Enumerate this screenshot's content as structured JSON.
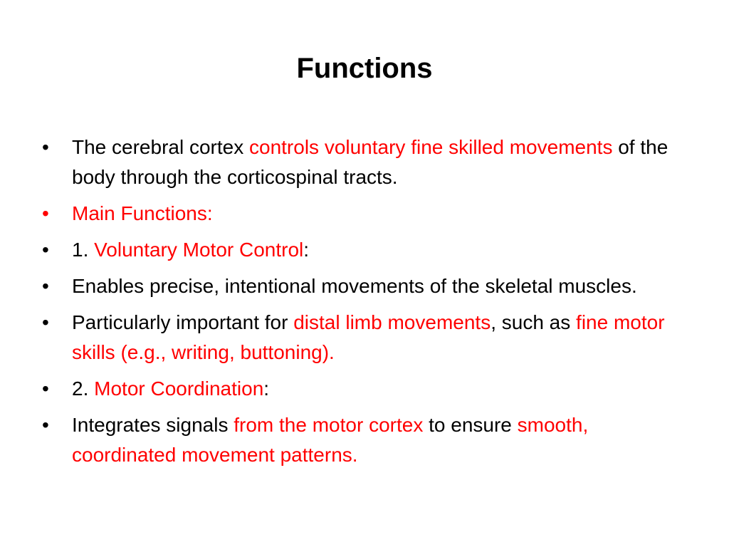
{
  "slide": {
    "title": "Functions",
    "bullet_glyph": "•",
    "accent_color": "#ff0000",
    "bullets": [
      {
        "dot_red": false,
        "segments": [
          {
            "text": "The cerebral cortex ",
            "red": false
          },
          {
            "text": "controls voluntary fine skilled movements",
            "red": true
          },
          {
            "text": " of the body through the corticospinal tracts.",
            "red": false
          }
        ]
      },
      {
        "dot_red": true,
        "segments": [
          {
            "text": "Main Functions:",
            "red": true
          }
        ]
      },
      {
        "dot_red": false,
        "segments": [
          {
            "text": "1. ",
            "red": false
          },
          {
            "text": "Voluntary Motor Control",
            "red": true
          },
          {
            "text": ":",
            "red": false
          }
        ]
      },
      {
        "dot_red": false,
        "segments": [
          {
            "text": "Enables precise, intentional movements of the skeletal muscles.",
            "red": false
          }
        ]
      },
      {
        "dot_red": false,
        "segments": [
          {
            "text": "Particularly important for ",
            "red": false
          },
          {
            "text": "distal limb movements",
            "red": true
          },
          {
            "text": ", such as ",
            "red": false
          },
          {
            "text": "fine motor skills (e.g., writing, buttoning).",
            "red": true
          }
        ]
      },
      {
        "dot_red": false,
        "segments": [
          {
            "text": "2. ",
            "red": false
          },
          {
            "text": "Motor Coordination",
            "red": true
          },
          {
            "text": ":",
            "red": false
          }
        ]
      },
      {
        "dot_red": false,
        "segments": [
          {
            "text": "Integrates signals ",
            "red": false
          },
          {
            "text": "from the motor cortex",
            "red": true
          },
          {
            "text": " to ensure ",
            "red": false
          },
          {
            "text": "smooth, coordinated movement patterns.",
            "red": true
          }
        ]
      }
    ]
  }
}
